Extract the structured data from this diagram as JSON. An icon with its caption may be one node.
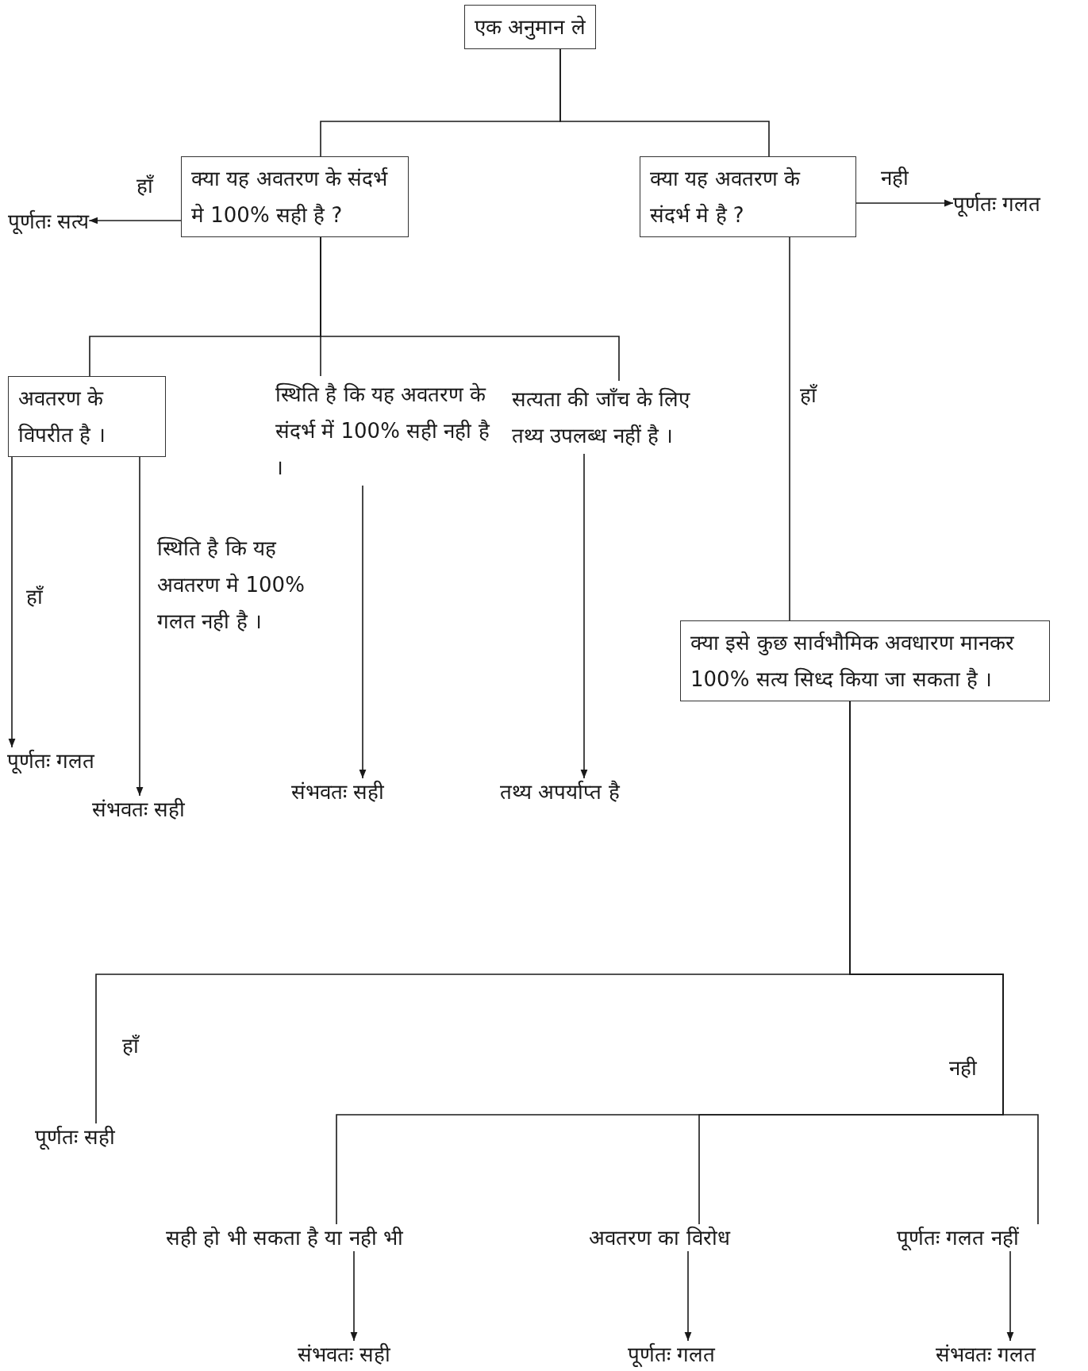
{
  "diagram": {
    "nodes": [
      {
        "text": [
          "एक अनुमान ले"
        ]
      },
      {
        "text": [
          "क्या यह अवतरण के संदर्भ मे 100% सही है ?"
        ]
      },
      {
        "text": [
          "क्या यह अवतरण के संदर्भ मे है ?"
        ]
      },
      {
        "text": [
          "पूर्णतः सत्य"
        ]
      },
      {
        "text": [
          "पूर्णतः गलत"
        ]
      },
      {
        "text": [
          "अवतरण के विपरीत है ।"
        ]
      },
      {
        "text": [
          "स्थिति है कि यह अवतरण के संदर्भ में 100% सही नही है ।"
        ]
      },
      {
        "text": [
          "सत्यता की जाँच के लिए तथ्य उपलब्ध नहीं है ।"
        ]
      },
      {
        "text": [
          "क्या इसे कुछ सार्वभौमिक अवधारण मानकर 100% सत्य सिध्द किया जा सकता है ।"
        ]
      },
      {
        "text": [
          "पूर्णतः गलत"
        ]
      },
      {
        "text": [
          "संभवतः सही"
        ]
      },
      {
        "text": [
          "संभवतः सही"
        ]
      },
      {
        "text": [
          "तथ्य अपर्याप्त है"
        ]
      },
      {
        "text": [
          "पूर्णतः सही"
        ]
      },
      {
        "text": [
          "सही हो भी सकता है या नही भी"
        ]
      },
      {
        "text": [
          "अवतरण का विरोध"
        ]
      },
      {
        "text": [
          "पूर्णतः गलत नहीं"
        ]
      },
      {
        "text": [
          "संभवतः सही"
        ]
      },
      {
        "text": [
          "पूर्णतः गलत"
        ]
      },
      {
        "text": [
          "संभवतः गलत"
        ]
      }
    ],
    "edges": [
      {
        "from": 0,
        "to": 1,
        "arrow": "none"
      },
      {
        "from": 0,
        "to": 2,
        "arrow": "none"
      },
      {
        "from": 1,
        "to": 3,
        "arrow": "to",
        "label": "हाँ"
      },
      {
        "from": 2,
        "to": 4,
        "arrow": "to",
        "label": "नही"
      },
      {
        "from": 1,
        "to": 5,
        "arrow": "none"
      },
      {
        "from": 1,
        "to": 6,
        "arrow": "none"
      },
      {
        "from": 1,
        "to": 7,
        "arrow": "none"
      },
      {
        "from": 5,
        "to": 9,
        "arrow": "to",
        "label": "हाँ"
      },
      {
        "from": 5,
        "to": 10,
        "arrow": "to",
        "label": "स्थिति है कि यह अवतरण मे 100% गलत नही है ।"
      },
      {
        "from": 6,
        "to": 11,
        "arrow": "to"
      },
      {
        "from": 7,
        "to": 12,
        "arrow": "to"
      },
      {
        "from": 2,
        "to": 8,
        "arrow": "none",
        "label": "हाँ"
      },
      {
        "from": 8,
        "to": 13,
        "arrow": "none",
        "label": "हाँ"
      },
      {
        "from": 8,
        "to": 14,
        "arrow": "none"
      },
      {
        "from": 8,
        "to": 15,
        "arrow": "none"
      },
      {
        "from": 8,
        "to": 16,
        "arrow": "none",
        "label": "नही"
      },
      {
        "from": 14,
        "to": 17,
        "arrow": "to"
      },
      {
        "from": 15,
        "to": 18,
        "arrow": "to"
      },
      {
        "from": 16,
        "to": 19,
        "arrow": "to"
      }
    ]
  }
}
